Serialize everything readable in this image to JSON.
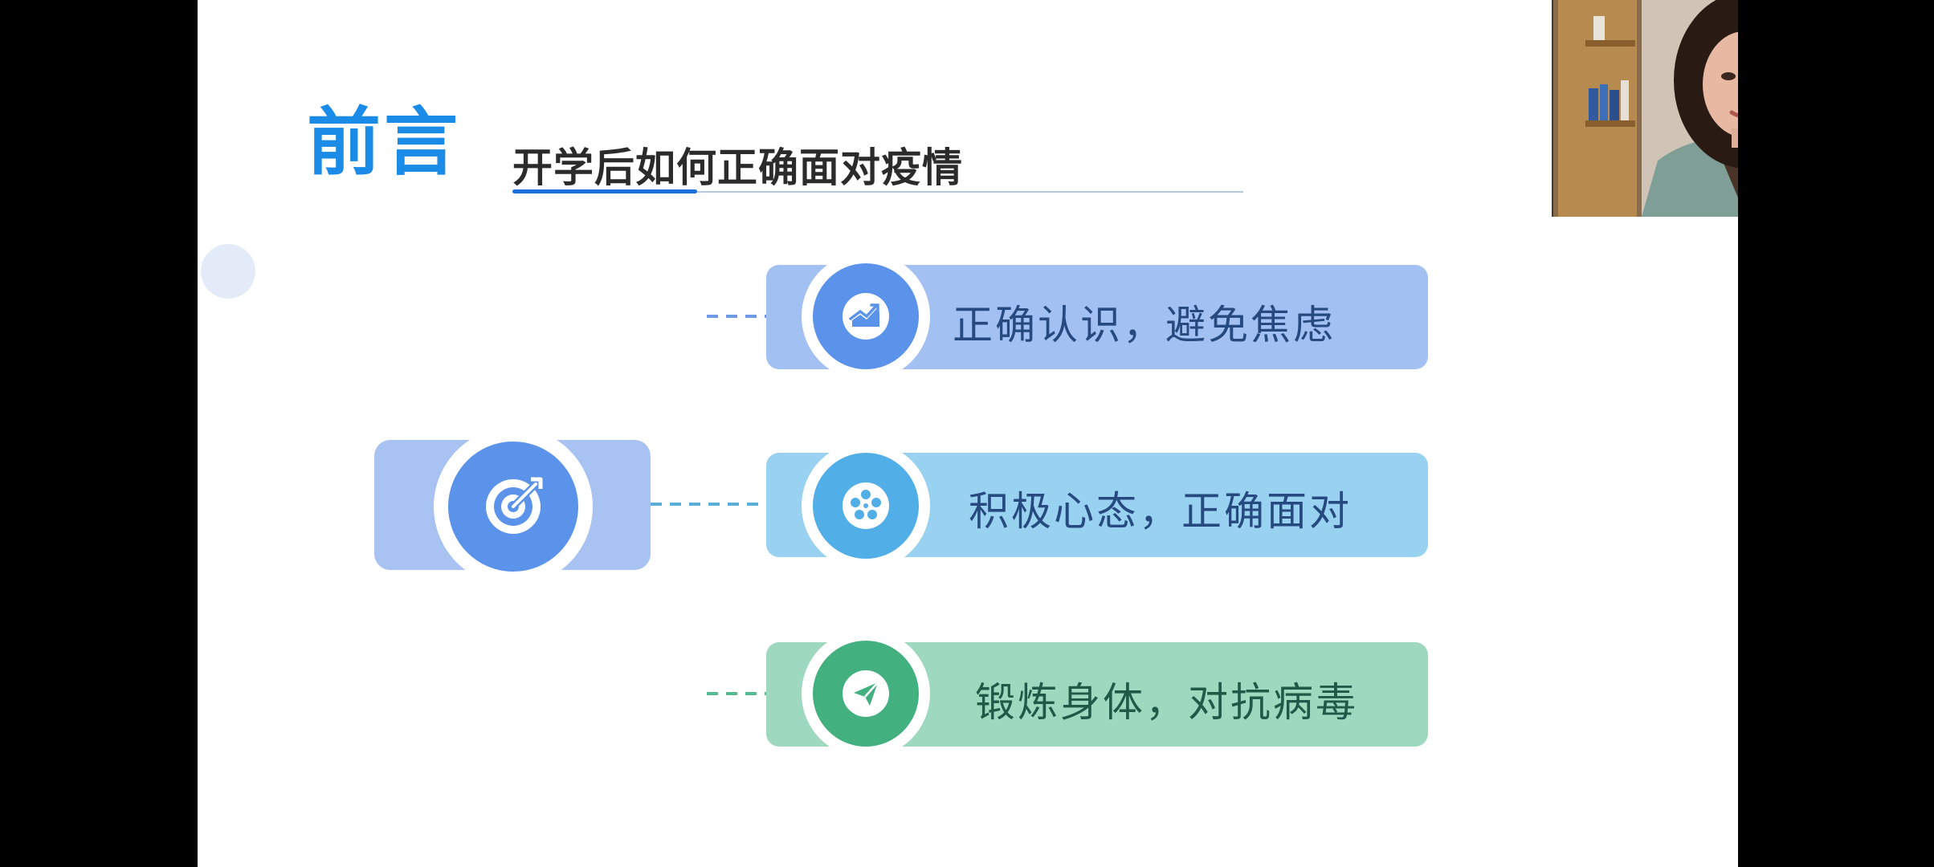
{
  "slide": {
    "title": "前言",
    "subtitle": "开学后如何正确面对疫情",
    "items": [
      {
        "label": "正确认识，避免焦虑",
        "icon": "chart-trend-icon",
        "color": "#5b93ea"
      },
      {
        "label": "积极心态，正确面对",
        "icon": "film-reel-icon",
        "color": "#52aee6"
      },
      {
        "label": "锻炼身体，对抗病毒",
        "icon": "paper-plane-icon",
        "color": "#43b07f"
      }
    ],
    "hub_icon": "target-icon"
  },
  "colors": {
    "title": "#1a8be6",
    "accent_blue": "#5b93ea",
    "accent_sky": "#52aee6",
    "accent_green": "#43b07f"
  }
}
